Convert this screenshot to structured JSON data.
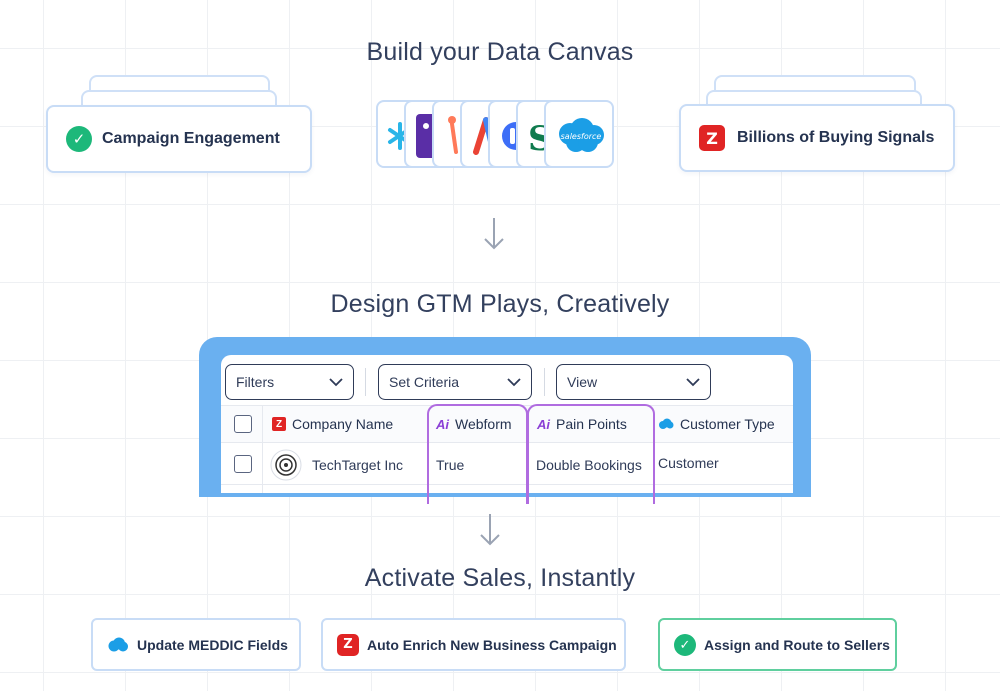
{
  "headings": {
    "step1": "Build your Data Canvas",
    "step2": "Design GTM Plays, Creatively",
    "step3": "Activate Sales, Instantly"
  },
  "canvas_sources": {
    "left_card": {
      "label": "Campaign Engagement",
      "icon": "check-circle-icon"
    },
    "right_card": {
      "label": "Billions of Buying Signals",
      "icon": "zoominfo-logo-icon"
    },
    "integration_tiles": [
      {
        "name": "snowflake-logo-icon",
        "color": "#29b5e8"
      },
      {
        "name": "integration-logo-icon",
        "color": "#5a2ea6"
      },
      {
        "name": "hubspot-logo-icon",
        "color": "#ff7a59"
      },
      {
        "name": "google-ads-logo-icon",
        "color": "#ea4335"
      },
      {
        "name": "dialpad-logo-icon",
        "color": "#3d6ef7"
      },
      {
        "name": "sheets-logo-icon",
        "color": "#0f7b4e"
      },
      {
        "name": "salesforce-logo-icon",
        "color": "#1b9ee6"
      }
    ],
    "salesforce_text": "salesforce"
  },
  "table": {
    "toolbar": {
      "filters": "Filters",
      "set_criteria": "Set Criteria",
      "view": "View"
    },
    "columns": [
      {
        "label": "Company Name",
        "icon": "zoominfo-logo-icon"
      },
      {
        "label": "Webform",
        "icon": "ai-icon"
      },
      {
        "label": "Pain Points",
        "icon": "ai-icon"
      },
      {
        "label": "Customer Type",
        "icon": "salesforce-logo-icon"
      }
    ],
    "ai_icon_text": "Ai",
    "rows": [
      {
        "company": "TechTarget Inc",
        "webform": "True",
        "pain_points": "Double Bookings",
        "customer_type": "Customer"
      }
    ]
  },
  "actions": [
    {
      "label": "Update MEDDIC Fields",
      "icon": "salesforce-logo-icon"
    },
    {
      "label": "Auto Enrich New Business Campaign",
      "icon": "zoominfo-logo-icon"
    },
    {
      "label": "Assign and Route to Sellers",
      "icon": "check-circle-icon",
      "highlight_color": "#1db87a"
    }
  ],
  "colors": {
    "accent_blue": "#6ab0f0",
    "ai_purple": "#b06ce0",
    "zoominfo_red": "#e02424",
    "success_green": "#1db87a"
  }
}
